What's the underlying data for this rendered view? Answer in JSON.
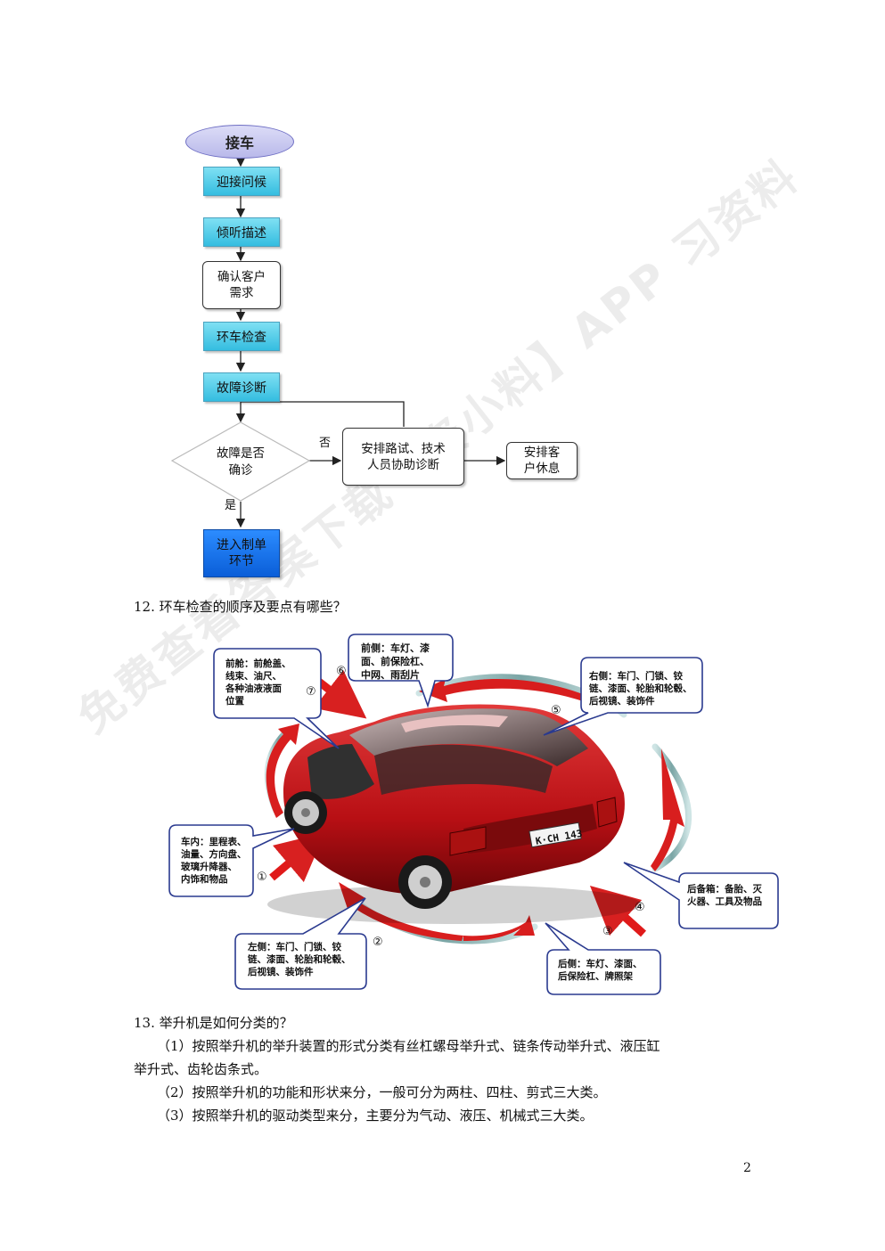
{
  "flowchart": {
    "start": "接车",
    "step1": "迎接问候",
    "step2": "倾听描述",
    "step3_line1": "确认客户",
    "step3_line2": "需求",
    "step4": "环车检查",
    "step5": "故障诊断",
    "decision_line1": "故障是否",
    "decision_line2": "确诊",
    "no_label": "否",
    "yes_label": "是",
    "assist_line1": "安排路试、技术",
    "assist_line2": "人员协助诊断",
    "rest_line1": "安排客",
    "rest_line2": "户休息",
    "end_line1": "进入制单",
    "end_line2": "环节"
  },
  "q12": "12. 环车检查的顺序及要点有哪些？",
  "callouts": {
    "front_hood": [
      "前舱：前舱盖、",
      "线束、油尺、",
      "各种油液液面",
      "位置"
    ],
    "front": [
      "前侧：车灯、漆",
      "面、前保险杠、",
      "中网、雨刮片"
    ],
    "right": [
      "右侧：车门、门锁、铰",
      "链、漆面、轮胎和轮毂、",
      "后视镜、装饰件"
    ],
    "interior": [
      "车内：里程表、",
      "油量、方向盘、",
      "玻璃升降器、",
      "内饰和物品"
    ],
    "trunk": [
      "后备箱：备胎、灭",
      "火器、工具及物品"
    ],
    "left": [
      "左侧：车门、门锁、铰",
      "链、漆面、轮胎和轮毂、",
      "后视镜、装饰件"
    ],
    "rear": [
      "后侧：车灯、漆面、",
      "后保险杠、牌照架"
    ]
  },
  "step_numbers": [
    "①",
    "②",
    "③",
    "④",
    "⑤",
    "⑥",
    "⑦"
  ],
  "license_plate": "K·CH 143",
  "q13": "13. 举升机是如何分类的？",
  "q13_p1_line1": "（1）按照举升机的举升装置的形式分类有丝杠螺母举升式、链条传动举升式、液压缸",
  "q13_p1_line2": "举升式、齿轮齿条式。",
  "q13_p2": "（2）按照举升机的功能和形状来分，一般可分为两柱、四柱、剪式三大类。",
  "q13_p3": "（3）按照举升机的驱动类型来分，主要分为气动、液压、机械式三大类。",
  "page_number": "2",
  "watermark": "免费查看答案下载【资小料】APP 习资料"
}
